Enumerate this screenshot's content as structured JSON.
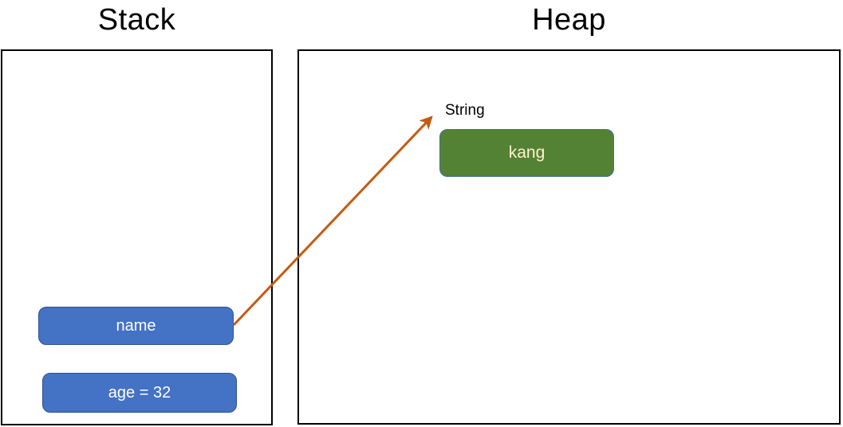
{
  "stack": {
    "title": "Stack",
    "variables": [
      {
        "label": "name"
      },
      {
        "label": "age = 32"
      }
    ]
  },
  "heap": {
    "title": "Heap",
    "object_type_label": "String",
    "object_value": "kang"
  },
  "arrow": {
    "from": "name",
    "to": "String",
    "color": "#C55A11"
  },
  "colors": {
    "background": "#FFFFFF",
    "panel_border": "#000000",
    "stack_var_fill": "#4472C4",
    "stack_var_border": "#2F528F",
    "stack_var_text": "#FFFFFF",
    "heap_obj_fill": "#548235",
    "heap_obj_border": "#41719C",
    "heap_obj_text": "#FFF2CC",
    "arrow": "#C55A11"
  }
}
